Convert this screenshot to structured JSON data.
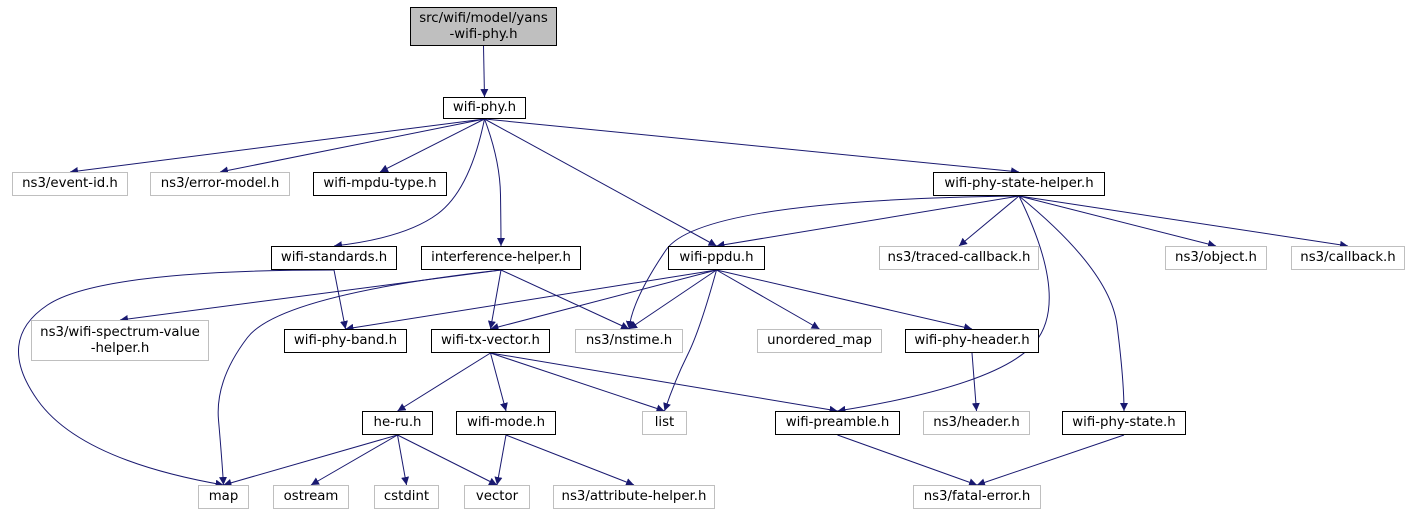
{
  "colors": {
    "edge": "#191970",
    "root_fill": "#bfbfbf",
    "local_border": "#000000",
    "external_border": "#bfbfbf"
  },
  "nodes": [
    {
      "id": "root",
      "label": "src/wifi/model/yans\n-wifi-phy.h",
      "kind": "root"
    },
    {
      "id": "wifi_phy",
      "label": "wifi-phy.h",
      "kind": "local"
    },
    {
      "id": "event_id",
      "label": "ns3/event-id.h",
      "kind": "external"
    },
    {
      "id": "error_model",
      "label": "ns3/error-model.h",
      "kind": "external"
    },
    {
      "id": "mpdu_type",
      "label": "wifi-mpdu-type.h",
      "kind": "local"
    },
    {
      "id": "state_helper",
      "label": "wifi-phy-state-helper.h",
      "kind": "local"
    },
    {
      "id": "standards",
      "label": "wifi-standards.h",
      "kind": "local"
    },
    {
      "id": "interference",
      "label": "interference-helper.h",
      "kind": "local"
    },
    {
      "id": "ppdu",
      "label": "wifi-ppdu.h",
      "kind": "local"
    },
    {
      "id": "traced_cb",
      "label": "ns3/traced-callback.h",
      "kind": "external"
    },
    {
      "id": "object",
      "label": "ns3/object.h",
      "kind": "external"
    },
    {
      "id": "callback",
      "label": "ns3/callback.h",
      "kind": "external"
    },
    {
      "id": "spectrum",
      "label": "ns3/wifi-spectrum-value\n-helper.h",
      "kind": "external"
    },
    {
      "id": "band",
      "label": "wifi-phy-band.h",
      "kind": "local"
    },
    {
      "id": "tx_vector",
      "label": "wifi-tx-vector.h",
      "kind": "local"
    },
    {
      "id": "nstime",
      "label": "ns3/nstime.h",
      "kind": "external"
    },
    {
      "id": "unordered_map",
      "label": "unordered_map",
      "kind": "external"
    },
    {
      "id": "phy_header",
      "label": "wifi-phy-header.h",
      "kind": "local"
    },
    {
      "id": "he_ru",
      "label": "he-ru.h",
      "kind": "local"
    },
    {
      "id": "mode",
      "label": "wifi-mode.h",
      "kind": "local"
    },
    {
      "id": "list",
      "label": "list",
      "kind": "external"
    },
    {
      "id": "preamble",
      "label": "wifi-preamble.h",
      "kind": "local"
    },
    {
      "id": "header",
      "label": "ns3/header.h",
      "kind": "external"
    },
    {
      "id": "phy_state",
      "label": "wifi-phy-state.h",
      "kind": "local"
    },
    {
      "id": "map",
      "label": "map",
      "kind": "external"
    },
    {
      "id": "ostream",
      "label": "ostream",
      "kind": "external"
    },
    {
      "id": "cstdint",
      "label": "cstdint",
      "kind": "external"
    },
    {
      "id": "vector",
      "label": "vector",
      "kind": "external"
    },
    {
      "id": "attr_helper",
      "label": "ns3/attribute-helper.h",
      "kind": "external"
    },
    {
      "id": "fatal_error",
      "label": "ns3/fatal-error.h",
      "kind": "external"
    }
  ],
  "edges": [
    {
      "from": "root",
      "to": "wifi_phy"
    },
    {
      "from": "wifi_phy",
      "to": "event_id"
    },
    {
      "from": "wifi_phy",
      "to": "error_model"
    },
    {
      "from": "wifi_phy",
      "to": "mpdu_type"
    },
    {
      "from": "wifi_phy",
      "to": "state_helper"
    },
    {
      "from": "wifi_phy",
      "to": "standards"
    },
    {
      "from": "wifi_phy",
      "to": "interference"
    },
    {
      "from": "wifi_phy",
      "to": "ppdu"
    },
    {
      "from": "state_helper",
      "to": "nstime"
    },
    {
      "from": "state_helper",
      "to": "ppdu"
    },
    {
      "from": "state_helper",
      "to": "traced_cb"
    },
    {
      "from": "state_helper",
      "to": "object"
    },
    {
      "from": "state_helper",
      "to": "callback"
    },
    {
      "from": "state_helper",
      "to": "preamble"
    },
    {
      "from": "state_helper",
      "to": "phy_state"
    },
    {
      "from": "standards",
      "to": "map"
    },
    {
      "from": "standards",
      "to": "band"
    },
    {
      "from": "interference",
      "to": "spectrum"
    },
    {
      "from": "interference",
      "to": "map"
    },
    {
      "from": "interference",
      "to": "tx_vector"
    },
    {
      "from": "interference",
      "to": "nstime"
    },
    {
      "from": "ppdu",
      "to": "band"
    },
    {
      "from": "ppdu",
      "to": "tx_vector"
    },
    {
      "from": "ppdu",
      "to": "nstime"
    },
    {
      "from": "ppdu",
      "to": "unordered_map"
    },
    {
      "from": "ppdu",
      "to": "phy_header"
    },
    {
      "from": "ppdu",
      "to": "list"
    },
    {
      "from": "tx_vector",
      "to": "he_ru"
    },
    {
      "from": "tx_vector",
      "to": "mode"
    },
    {
      "from": "tx_vector",
      "to": "list"
    },
    {
      "from": "tx_vector",
      "to": "preamble"
    },
    {
      "from": "phy_header",
      "to": "header"
    },
    {
      "from": "he_ru",
      "to": "map"
    },
    {
      "from": "he_ru",
      "to": "ostream"
    },
    {
      "from": "he_ru",
      "to": "cstdint"
    },
    {
      "from": "he_ru",
      "to": "vector"
    },
    {
      "from": "mode",
      "to": "vector"
    },
    {
      "from": "mode",
      "to": "attr_helper"
    },
    {
      "from": "preamble",
      "to": "fatal_error"
    },
    {
      "from": "phy_state",
      "to": "fatal_error"
    }
  ]
}
